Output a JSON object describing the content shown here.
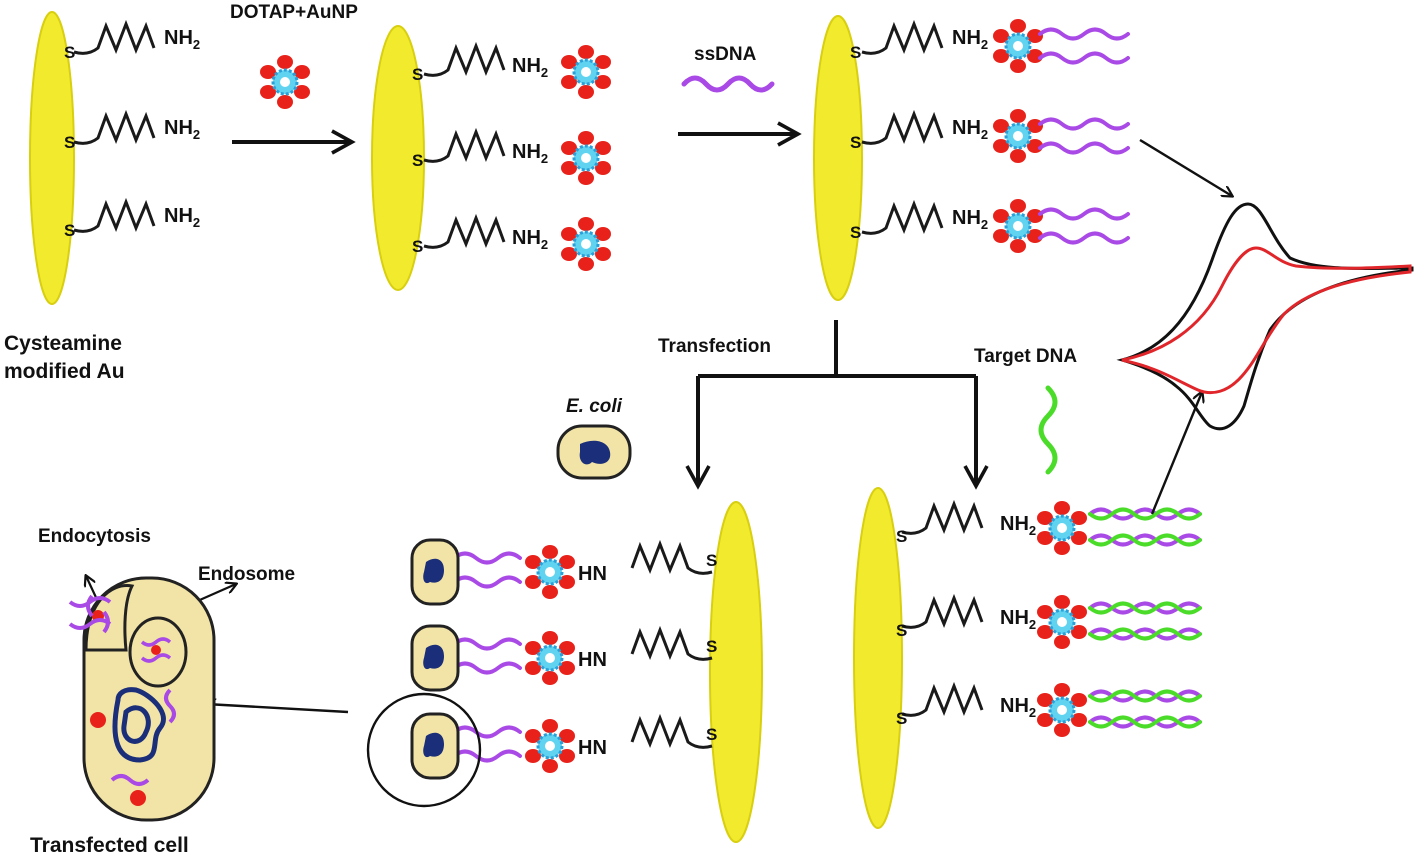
{
  "labels": {
    "cysteamine_line1": "Cysteamine",
    "cysteamine_line2": "modified Au",
    "dotap": "DOTAP+AuNP",
    "ssdna": "ssDNA",
    "transfection": "Transfection",
    "target_dna": "Target DNA",
    "ecoli": "E. coli",
    "endocytosis": "Endocytosis",
    "endosome": "Endosome",
    "transfected_cell": "Transfected cell"
  },
  "chain": {
    "s": "S",
    "nh": "NH",
    "sub2": "2",
    "hn": "HN"
  },
  "colors": {
    "electrode": "#f2ea2c",
    "electrode_edge": "#d8cf10",
    "chain": "#1a1a1a",
    "aunp_core": "#5fd3f0",
    "aunp_ring": "#2a9fd8",
    "dotap": "#e8221a",
    "ssdna": "#a94ae6",
    "target_dna": "#4bdc2a",
    "cell_fill": "#f2e4a6",
    "cell_edge": "#222222",
    "nucleoid": "#1b2e7a",
    "cv_black": "#111111",
    "cv_red": "#e0262a"
  },
  "icons": {
    "electrode": "gold-electrode-ellipse",
    "nanoparticle": "dotap-aunp-complex",
    "cell": "ecoli-cell",
    "voltammogram": "cyclic-voltammogram"
  }
}
